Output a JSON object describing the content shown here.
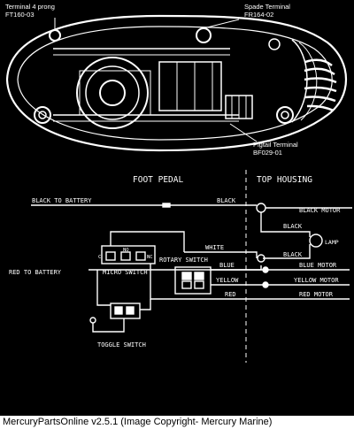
{
  "housing_labels": {
    "terminal_4prong_line1": "Terminal 4 prong",
    "terminal_4prong_line2": "FT160-03",
    "spade_line1": "Spade Terminal",
    "spade_line2": "FR164-02",
    "pigtail_line1": "Pigtail Terminal",
    "pigtail_line2": "BF029-01"
  },
  "schematic": {
    "foot_pedal": "FOOT PEDAL",
    "top_housing": "TOP HOUSING",
    "black_to_battery": "BLACK TO BATTERY",
    "red_to_battery": "RED TO BATTERY",
    "black_a": "BLACK",
    "black_motor": "BLACK MOTOR",
    "black_b": "BLACK",
    "black_c": "BLACK",
    "lamp": "LAMP",
    "white": "WHITE",
    "rotary_switch": "ROTARY SWITCH",
    "blue": "BLUE",
    "blue_motor": "BLUE MOTOR",
    "yellow": "YELLOW",
    "yellow_motor": "YELLOW MOTOR",
    "red": "RED",
    "red_motor": "RED MOTOR",
    "micro_switch": "MICRO SWITCH",
    "toggle_switch": "TOGGLE SWITCH",
    "term_c": "C",
    "term_no": "NO",
    "term_nc": "NC"
  },
  "caption": "MercuryPartsOnline v2.5.1 (Image Copyright- Mercury Marine)"
}
